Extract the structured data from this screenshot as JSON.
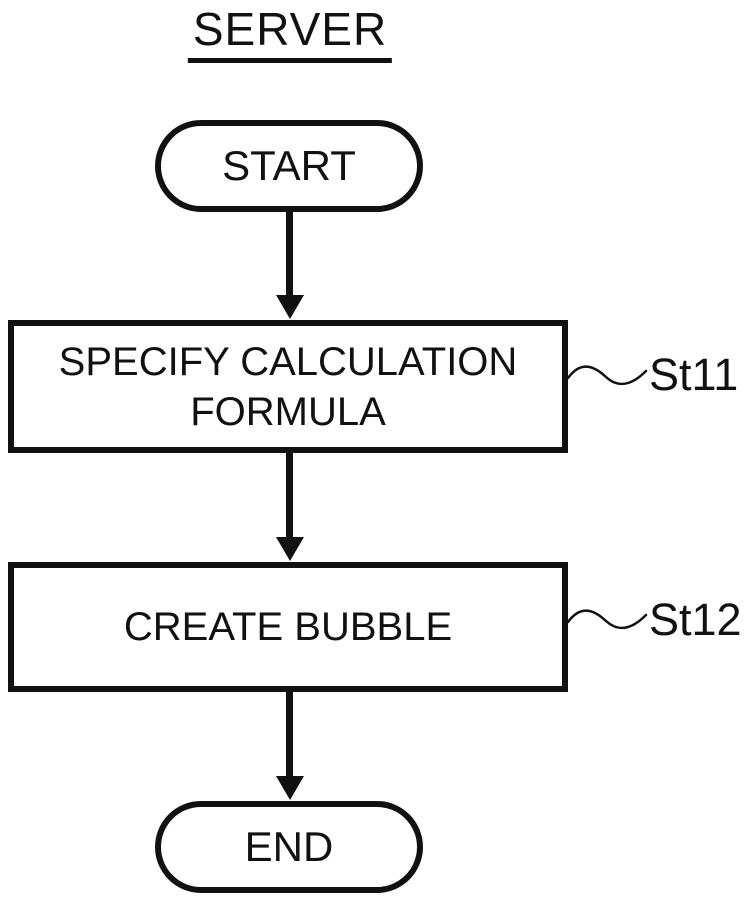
{
  "diagram": {
    "title": "SERVER",
    "type": "flowchart",
    "ink_color": "#111111",
    "background_color": "#ffffff",
    "nodes": {
      "start": {
        "label": "START",
        "shape": "terminator"
      },
      "step1": {
        "label": "SPECIFY CALCULATION FORMULA",
        "shape": "process",
        "ref": "St11"
      },
      "step2": {
        "label": "CREATE BUBBLE",
        "shape": "process",
        "ref": "St12"
      },
      "end": {
        "label": "END",
        "shape": "terminator"
      }
    },
    "edges": [
      {
        "from": "start",
        "to": "step1",
        "style": "arrow-down"
      },
      {
        "from": "step1",
        "to": "step2",
        "style": "arrow-down"
      },
      {
        "from": "step2",
        "to": "end",
        "style": "arrow-down"
      }
    ],
    "ref_connector_style": "tilde-squiggle"
  }
}
